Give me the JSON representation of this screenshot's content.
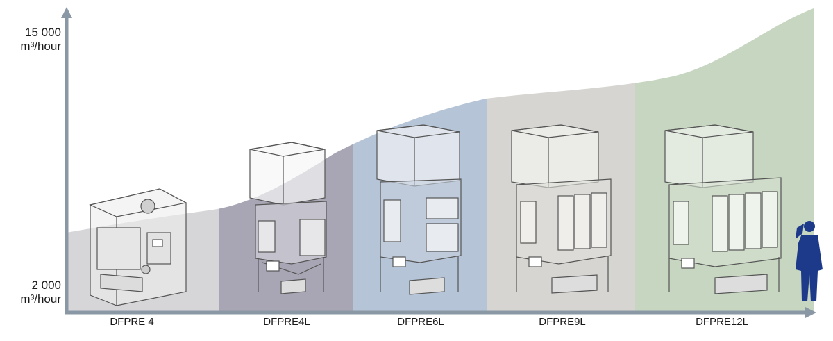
{
  "axis": {
    "y_top_value": "15 000",
    "y_top_unit": "m³/hour",
    "y_bottom_value": "2 000",
    "y_bottom_unit": "m³/hour"
  },
  "models": [
    {
      "label": "DFPRE 4"
    },
    {
      "label": "DFPRE4L"
    },
    {
      "label": "DFPRE6L"
    },
    {
      "label": "DFPRE9L"
    },
    {
      "label": "DFPRE12L"
    }
  ],
  "colors": {
    "axis": "#8a98a6",
    "band1": "#d6d6d9",
    "band2": "#a8a6b4",
    "band3": "#b5c4d6",
    "band4": "#d6d5d1",
    "band5": "#c7d6c1",
    "person": "#1d3a8a"
  },
  "icons": {
    "person": "person-on-phone-icon"
  }
}
